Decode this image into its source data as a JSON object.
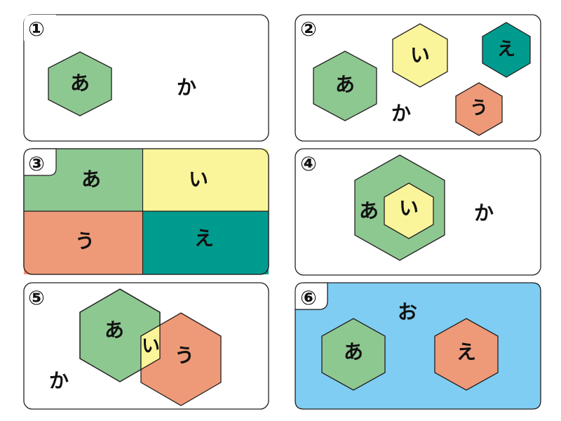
{
  "colors": {
    "green": "#8dc891",
    "yellow": "#faf59a",
    "orange": "#ee9a78",
    "teal": "#009b8f",
    "blue": "#7fcdf2",
    "stroke": "#231f20",
    "background": "#ffffff"
  },
  "panels": [
    {
      "number": "①",
      "labels": {
        "a": "あ",
        "ka": "か"
      }
    },
    {
      "number": "②",
      "labels": {
        "a": "あ",
        "i": "い",
        "u": "う",
        "e": "え",
        "ka": "か"
      }
    },
    {
      "number": "③",
      "labels": {
        "a": "あ",
        "i": "い",
        "u": "う",
        "e": "え"
      }
    },
    {
      "number": "④",
      "labels": {
        "a": "あ",
        "i": "い",
        "ka": "か"
      }
    },
    {
      "number": "⑤",
      "labels": {
        "a": "あ",
        "i": "い",
        "u": "う",
        "ka": "か"
      }
    },
    {
      "number": "⑥",
      "labels": {
        "o": "お",
        "a": "あ",
        "e": "え"
      }
    }
  ]
}
